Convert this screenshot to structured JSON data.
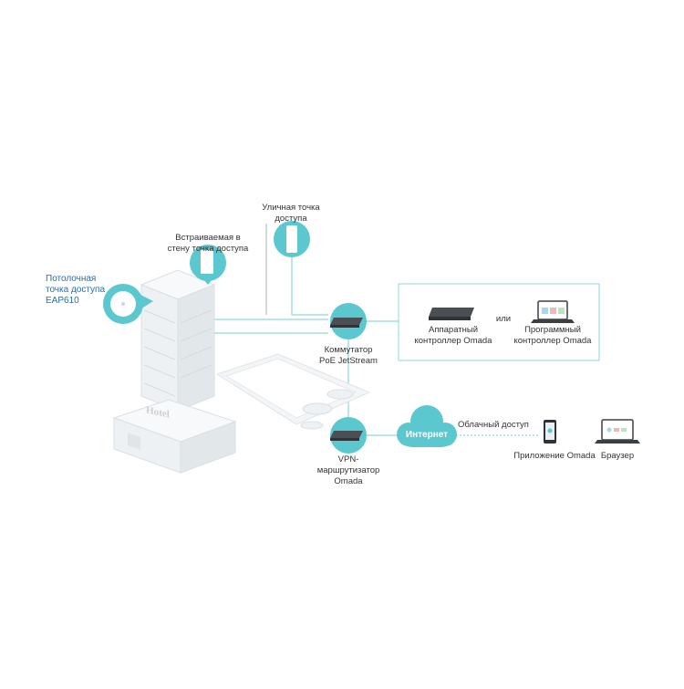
{
  "colors": {
    "teal": "#5bc7cf",
    "line": "#8fd6dc",
    "blue_text": "#1e6fb5",
    "building": "#eef1f3",
    "building_dark": "#d9dfe3"
  },
  "labels": {
    "ceiling_ap": [
      "Потолочная",
      "точка доступа",
      "EAP610"
    ],
    "wall_ap": [
      "Встраиваемая в",
      "стену точка доступа"
    ],
    "outdoor_ap": [
      "Уличная точка",
      "доступа"
    ],
    "switch": [
      "Коммутатор",
      "PoE JetStream"
    ],
    "router": [
      "VPN-",
      "маршрутизатор",
      "Omada"
    ],
    "hw_controller": [
      "Аппаратный",
      "контроллер Omada"
    ],
    "or": "или",
    "sw_controller": [
      "Программный",
      "контроллер Omada"
    ],
    "cloud": "Интернет",
    "cloud_access": "Облачный доступ",
    "app": "Приложение Omada",
    "browser": "Браузер",
    "hotel_sign": "Hotel"
  },
  "icons": {
    "ceiling_ap": "ceiling-access-point-icon",
    "wall_ap": "wall-plate-access-point-icon",
    "outdoor_ap": "outdoor-access-point-icon",
    "switch": "poe-switch-icon",
    "router": "vpn-router-icon",
    "hw_controller": "hardware-controller-icon",
    "sw_controller": "laptop-icon",
    "cloud": "cloud-icon",
    "app": "smartphone-icon",
    "browser": "laptop-browser-icon"
  }
}
